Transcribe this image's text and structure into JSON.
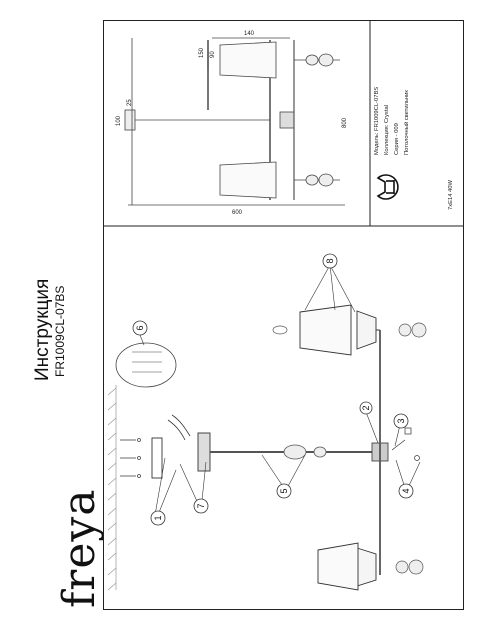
{
  "header": {
    "brand": "freya",
    "title": "Инструкция",
    "model": "FR1009CL-07BS"
  },
  "callouts": [
    "1",
    "2",
    "3",
    "4",
    "5",
    "6",
    "7",
    "8"
  ],
  "dimensions": {
    "width_600": "600",
    "height_800": "800",
    "top_140": "140",
    "top_150": "150",
    "top_90": "90",
    "left_100": "100",
    "left_25": "25"
  },
  "spec": {
    "model_line": "Модель:  FR1009CL-07BS",
    "collection_line": "Коллекция: Crystal",
    "color_line": "Серия - 009",
    "type_line": "Потолочный светильник",
    "bulb": "7xE14 40W"
  }
}
